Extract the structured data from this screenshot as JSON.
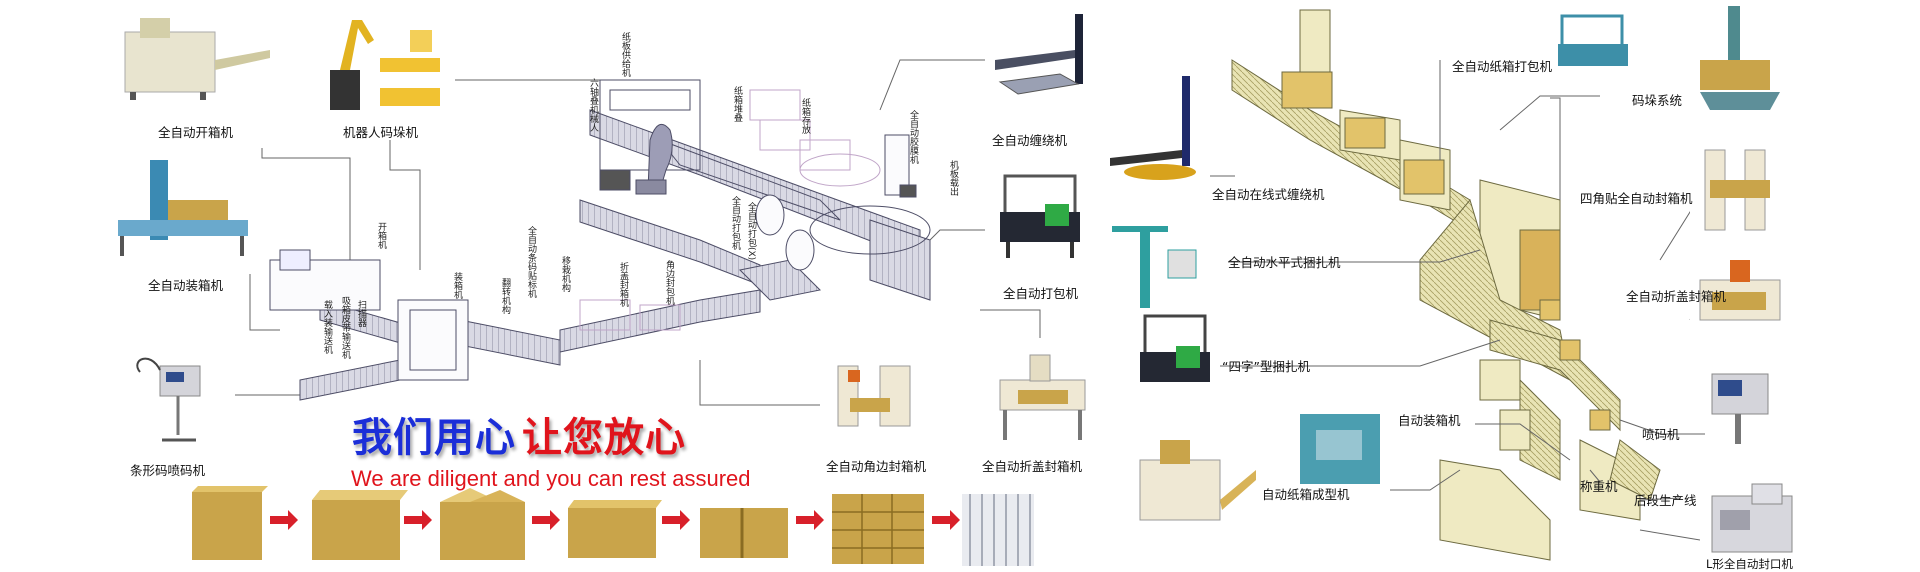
{
  "left_panel": {
    "machines": [
      {
        "id": "carton-erector",
        "label": "全自动开箱机"
      },
      {
        "id": "robot-palletizer",
        "label": "机器人码垛机"
      },
      {
        "id": "wrapper",
        "label": "全自动缠绕机"
      },
      {
        "id": "case-packer",
        "label": "全自动装箱机"
      },
      {
        "id": "strapper",
        "label": "全自动打包机"
      },
      {
        "id": "coder",
        "label": "条形码喷码机"
      },
      {
        "id": "corner-sealer",
        "label": "全自动角边封箱机"
      },
      {
        "id": "fold-sealer",
        "label": "全自动折盖封箱机"
      }
    ],
    "line_labels": [
      "纸板供给机",
      "六轴叠机械人",
      "纸箱堆叠",
      "纸箱存放",
      "全自动胶膜机",
      "机板载出",
      "开箱机",
      "载入装输送机",
      "吸箱皮带输送机",
      "扫描器",
      "装箱机",
      "翻转机构",
      "全自动条码贴标机",
      "移栽机构",
      "折盖封箱机",
      "角边封包机",
      "全自动打包机",
      "全自动打包(X)"
    ],
    "slogan_cn_1": "我们用心",
    "slogan_cn_2": "让您放心",
    "slogan_en": "We are diligent and you can rest assured"
  },
  "right_panel": {
    "labels": {
      "strap_top": "全自动纸箱打包机",
      "palletizing": "码垛系统",
      "inline_wrap": "全自动在线式缠绕机",
      "four_corner": "四角贴全自动封箱机",
      "horizontal": "全自动水平式捆扎机",
      "fold_sealer": "全自动折盖封箱机",
      "cross_strap": "“四字”型捆扎机",
      "auto_packer": "自动装箱机",
      "coder": "喷码机",
      "weigher": "称重机",
      "upstream": "后段生产线",
      "former": "自动纸箱成型机",
      "l_sealer": "L形全自动封口机"
    }
  },
  "colors": {
    "slogan_blue": "#1b2ed8",
    "slogan_red": "#e0141c",
    "carton": "#c9a44a",
    "arrow": "#d8202a",
    "machine_frame": "#e8e2a8"
  },
  "icons": [
    "arrow-right-icon",
    "carton-icon"
  ]
}
